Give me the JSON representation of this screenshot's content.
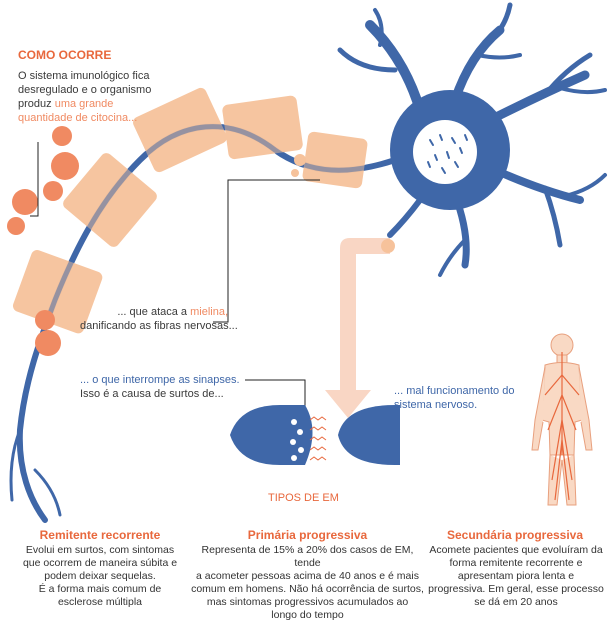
{
  "como_ocorre": {
    "title": "COMO OCORRE",
    "line1": "O sistema imunológico fica",
    "line2": "desregulado e o organismo",
    "line3_plain": "produz ",
    "line3_hl": "uma grande",
    "line4_hl": "quantidade de citocina..."
  },
  "mielina_caption": {
    "line1_plain": "... que ataca a ",
    "line1_hl": "mielina,",
    "line2": "danificando as fibras nervosas..."
  },
  "sinapse_caption": {
    "line1": "... o que interrompe as sinapses.",
    "line2": "Isso é a causa de surtos de..."
  },
  "sistema_caption": {
    "line1": "... mal funcionamento do",
    "line2": "sistema nervoso."
  },
  "tipos_label": "TIPOS DE EM",
  "types": [
    {
      "title": "Remitente recorrente",
      "lines": [
        "Evolui em surtos, com sintomas",
        "que ocorrem de maneira súbita e",
        "podem deixar sequelas.",
        "É a forma mais comum de",
        "esclerose múltipla"
      ]
    },
    {
      "title": "Primária progressiva",
      "lines": [
        "Representa de 15% a 20% dos casos de EM, tende",
        "a acometer pessoas acima de 40 anos e é mais",
        "comum em homens. Não há ocorrência de surtos,",
        "mas sintomas progressivos acumulados ao",
        "longo do tempo"
      ]
    },
    {
      "title": "Secundária progressiva",
      "lines": [
        "Acomete pacientes que evoluíram da",
        "forma remitente recorrente e",
        "apresentam piora lenta e",
        "progressiva. Em geral, esse processo",
        "se dá em 20 anos"
      ]
    }
  ],
  "colors": {
    "accent_orange": "#e8683d",
    "myelin": "#f6c29b",
    "neuron_blue": "#3f67a8",
    "cytokine": "#f08a62"
  }
}
